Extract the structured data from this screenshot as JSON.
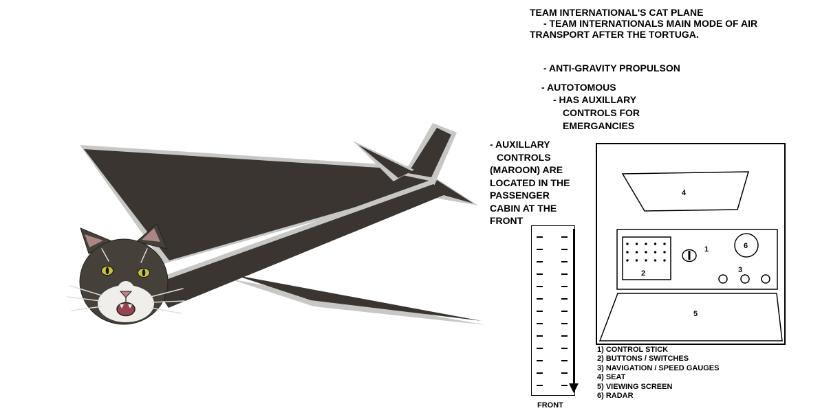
{
  "colors": {
    "background": "#ffffff",
    "ink": "#000000",
    "plane_dark": "#3a3531",
    "plane_light": "#c7c7c5",
    "cat_fur": "#45403a",
    "cat_fur_outline": "#24211d",
    "ear_inner": "#a98784",
    "cat_eye": "#c9c23e",
    "cat_pupil": "#15130f",
    "cat_white": "#efeeea",
    "cat_nose": "#bd8186",
    "cat_mouth": "#944650",
    "whisker": "#dededa"
  },
  "header": {
    "title": "TEAM INTERNATIONAL'S CAT PLANE",
    "subtitle_line1": "- TEAM INTERNATIONALS MAIN MODE OF AIR",
    "subtitle_line2": "TRANSPORT AFTER THE TORTUGA."
  },
  "features": {
    "anti_gravity": "- ANTI-GRAVITY PROPULSON",
    "autonomous": "- AUTOTOMOUS",
    "aux_line1": "- HAS AUXILLARY",
    "aux_line2": "CONTROLS FOR",
    "aux_line3": "EMERGANCIES"
  },
  "aux_note": {
    "line1": "- AUXILLARY",
    "line2": "CONTROLS",
    "line3": "(MAROON) ARE",
    "line4": "LOCATED IN THE",
    "line5": "PASSENGER",
    "line6": "CABIN AT THE",
    "line7": "FRONT"
  },
  "cabin_strip": {
    "dash_rows": 13,
    "front_label": "FRONT"
  },
  "cockpit": {
    "labels": {
      "control_stick": "1",
      "buttons": "2",
      "gauges": "3",
      "seat": "4",
      "screen": "5",
      "radar": "6"
    },
    "button_dots": {
      "rows": 3,
      "cols": 5
    }
  },
  "legend": {
    "items": [
      "1) CONTROL STICK",
      "2) BUTTONS / SWITCHES",
      "3) NAVIGATION / SPEED GAUGES",
      "4) SEAT",
      "5) VIEWING SCREEN",
      "6) RADAR"
    ]
  }
}
